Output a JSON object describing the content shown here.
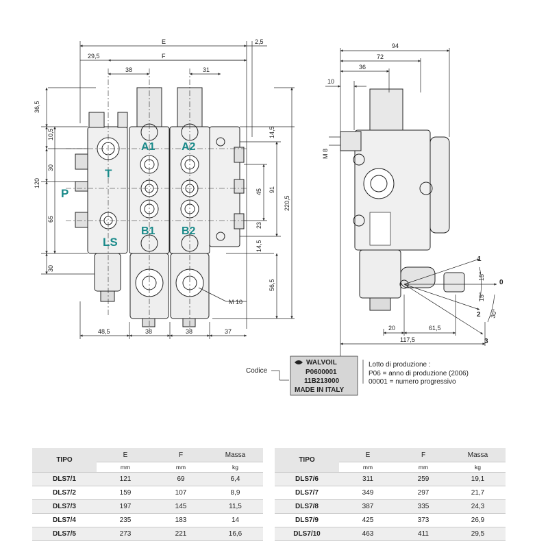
{
  "front_view": {
    "dims_top": {
      "E": "E",
      "F": "F",
      "d29_5": "29,5",
      "d2_5": "2,5",
      "d38": "38",
      "d31": "31"
    },
    "dims_left": {
      "d36_5": "36,5",
      "d10_5": "10,5",
      "d30a": "30",
      "d120": "120",
      "d65": "65",
      "d30b": "30"
    },
    "dims_right": {
      "d14_5a": "14,5",
      "d45": "45",
      "d91": "91",
      "d220_5": "220,5",
      "d23": "23",
      "d14_5b": "14,5",
      "d56_5": "56,5"
    },
    "dims_bottom": {
      "d48_5": "48,5",
      "d38a": "38",
      "d38b": "38",
      "d37": "37"
    },
    "thread": "M 10",
    "ports": {
      "A1": "A1",
      "A2": "A2",
      "T": "T",
      "P": "P",
      "B1": "B1",
      "B2": "B2",
      "LS": "LS"
    }
  },
  "side_view": {
    "dims": {
      "d94": "94",
      "d72": "72",
      "d36": "36",
      "d10": "10",
      "m8": "M 8",
      "d20": "20",
      "d61_5": "61,5",
      "d117_5": "117,5"
    },
    "lever": {
      "p1": "1",
      "p0": "0",
      "p2": "2",
      "p3": "3",
      "a15a": "15°",
      "a15b": "15°",
      "a30": "30°"
    }
  },
  "nameplate": {
    "codice_label": "Codice",
    "brand": "WALVOIL",
    "code1": "P0600001",
    "code2": "11B213000",
    "made": "MADE IN ITALY",
    "lot_title": "Lotto di produzione :",
    "lot_line1": "P06 = anno di produzione (2006)",
    "lot_line2": "00001 = numero progressivo"
  },
  "tables": [
    {
      "headers": {
        "tipo": "TIPO",
        "e": "E",
        "f": "F",
        "massa": "Massa"
      },
      "units": {
        "e": "mm",
        "f": "mm",
        "massa": "kg"
      },
      "rows": [
        {
          "tipo": "DLS7/1",
          "e": "121",
          "f": "69",
          "massa": "6,4"
        },
        {
          "tipo": "DLS7/2",
          "e": "159",
          "f": "107",
          "massa": "8,9"
        },
        {
          "tipo": "DLS7/3",
          "e": "197",
          "f": "145",
          "massa": "11,5"
        },
        {
          "tipo": "DLS7/4",
          "e": "235",
          "f": "183",
          "massa": "14"
        },
        {
          "tipo": "DLS7/5",
          "e": "273",
          "f": "221",
          "massa": "16,6"
        }
      ]
    },
    {
      "headers": {
        "tipo": "TIPO",
        "e": "E",
        "f": "F",
        "massa": "Massa"
      },
      "units": {
        "e": "mm",
        "f": "mm",
        "massa": "kg"
      },
      "rows": [
        {
          "tipo": "DLS7/6",
          "e": "311",
          "f": "259",
          "massa": "19,1"
        },
        {
          "tipo": "DLS7/7",
          "e": "349",
          "f": "297",
          "massa": "21,7"
        },
        {
          "tipo": "DLS7/8",
          "e": "387",
          "f": "335",
          "massa": "24,3"
        },
        {
          "tipo": "DLS7/9",
          "e": "425",
          "f": "373",
          "massa": "26,9"
        },
        {
          "tipo": "DLS7/10",
          "e": "463",
          "f": "411",
          "massa": "29,5"
        }
      ]
    }
  ]
}
